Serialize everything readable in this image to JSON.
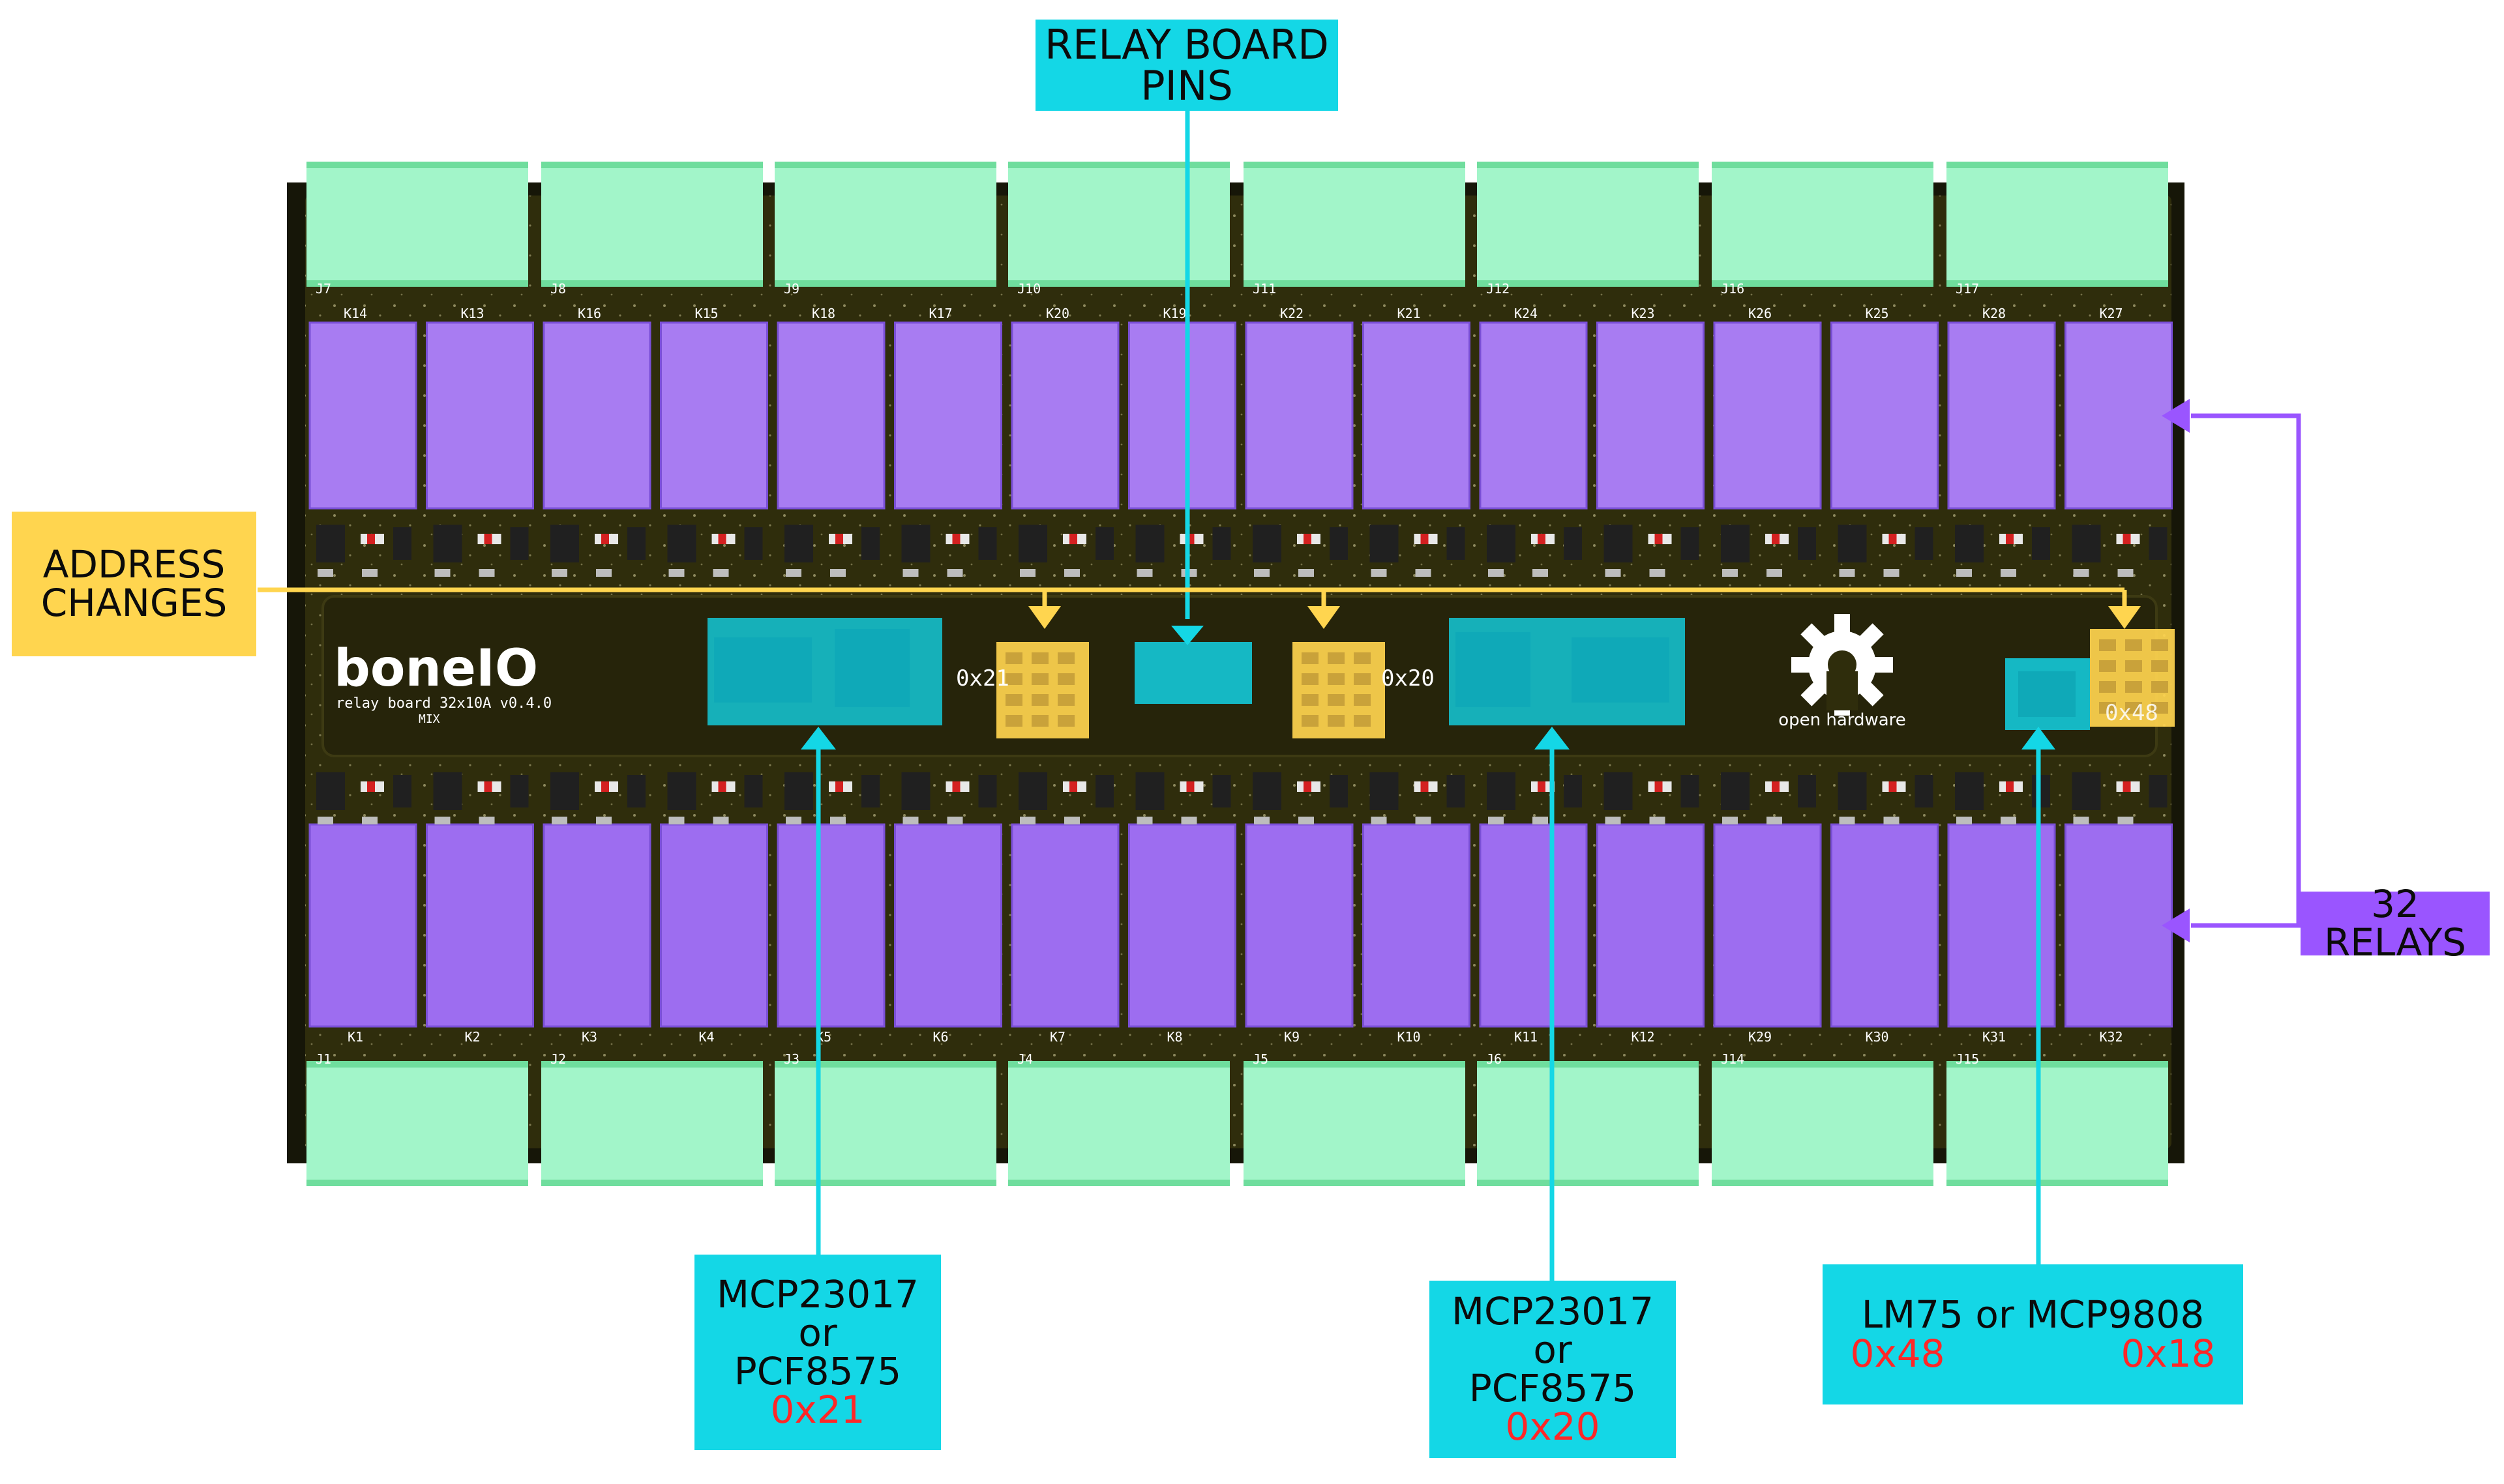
{
  "board": {
    "brand": "boneIO",
    "subtitle": "relay board  32x10A  v0.4.0",
    "variant": "MIX",
    "open_hardware": "open hardware",
    "addresses": {
      "expander_left": "0x21",
      "expander_right": "0x20",
      "temp_sensor": "0x48"
    },
    "connectors_top": [
      "J7",
      "J8",
      "J9",
      "J10",
      "J11",
      "J12",
      "J16",
      "J17"
    ],
    "connectors_bottom": [
      "J1",
      "J2",
      "J3",
      "J4",
      "J5",
      "J6",
      "J14",
      "J15"
    ],
    "relays_top": [
      "K14",
      "K13",
      "K16",
      "K15",
      "K18",
      "K17",
      "K20",
      "K19",
      "K22",
      "K21",
      "K24",
      "K23",
      "K26",
      "K25",
      "K28",
      "K27"
    ],
    "relays_bottom": [
      "K1",
      "K2",
      "K3",
      "K4",
      "K5",
      "K6",
      "K7",
      "K8",
      "K9",
      "K10",
      "K11",
      "K12",
      "K29",
      "K30",
      "K31",
      "K32"
    ]
  },
  "callouts": {
    "relay_board_pins": {
      "line1": "RELAY BOARD",
      "line2": "PINS"
    },
    "address_changes": {
      "line1": "ADDRESS",
      "line2": "CHANGES"
    },
    "relays": {
      "text": "32 RELAYS"
    },
    "expander_left": {
      "line1": "MCP23017",
      "line2": "or",
      "line3": "PCF8575",
      "address": "0x21"
    },
    "expander_right": {
      "line1": "MCP23017",
      "line2": "or",
      "line3": "PCF8575",
      "address": "0x20"
    },
    "temp_sensor": {
      "line1": "LM75 or MCP9808",
      "address_a": "0x48",
      "address_b": "0x18"
    }
  },
  "colors": {
    "pcb": "#2f2d0c",
    "pcb_edge": "#161608",
    "terminal": "#a2f5c9",
    "terminal_edge": "#6fdd9d",
    "relay_top": "#a87cf2",
    "relay_bottom": "#9d6df0",
    "cyan": "#14d7e6",
    "yellow": "#ffd54f",
    "violet": "#9a55ff",
    "red": "#ff2727"
  }
}
